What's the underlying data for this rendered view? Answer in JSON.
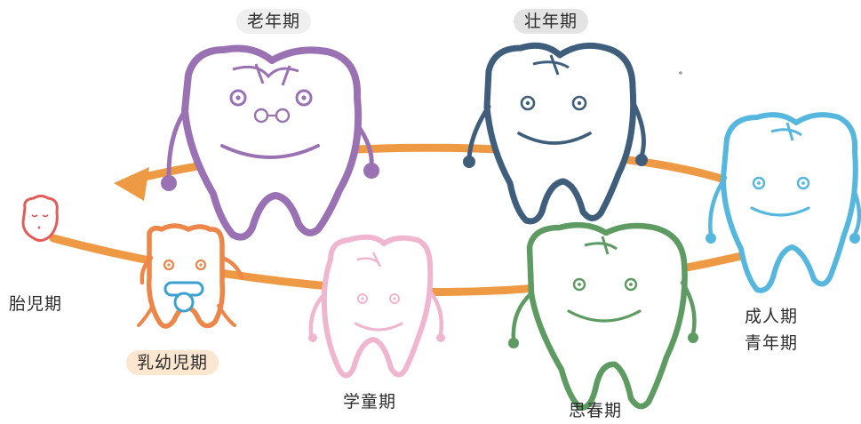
{
  "stages": {
    "elderly": "老年期",
    "prime": "壮年期",
    "fetal": "胎児期",
    "infant": "乳幼児期",
    "school": "学童期",
    "puberty": "思春期",
    "adult": "成人期",
    "youth": "青年期"
  },
  "colors": {
    "path": "#EE9A45",
    "elderly": "#9A72B4",
    "prime": "#3F5E7C",
    "adult": "#55B7DE",
    "puberty": "#5E9B62",
    "school": "#F1B6CF",
    "infant": "#EE8549",
    "pacifier": "#3AA1D2",
    "fetal": "#E55B5B",
    "pill_elderly": "#EFEFEF",
    "pill_prime": "#E3E3E3",
    "pill_infant": "#FBE6CF"
  }
}
